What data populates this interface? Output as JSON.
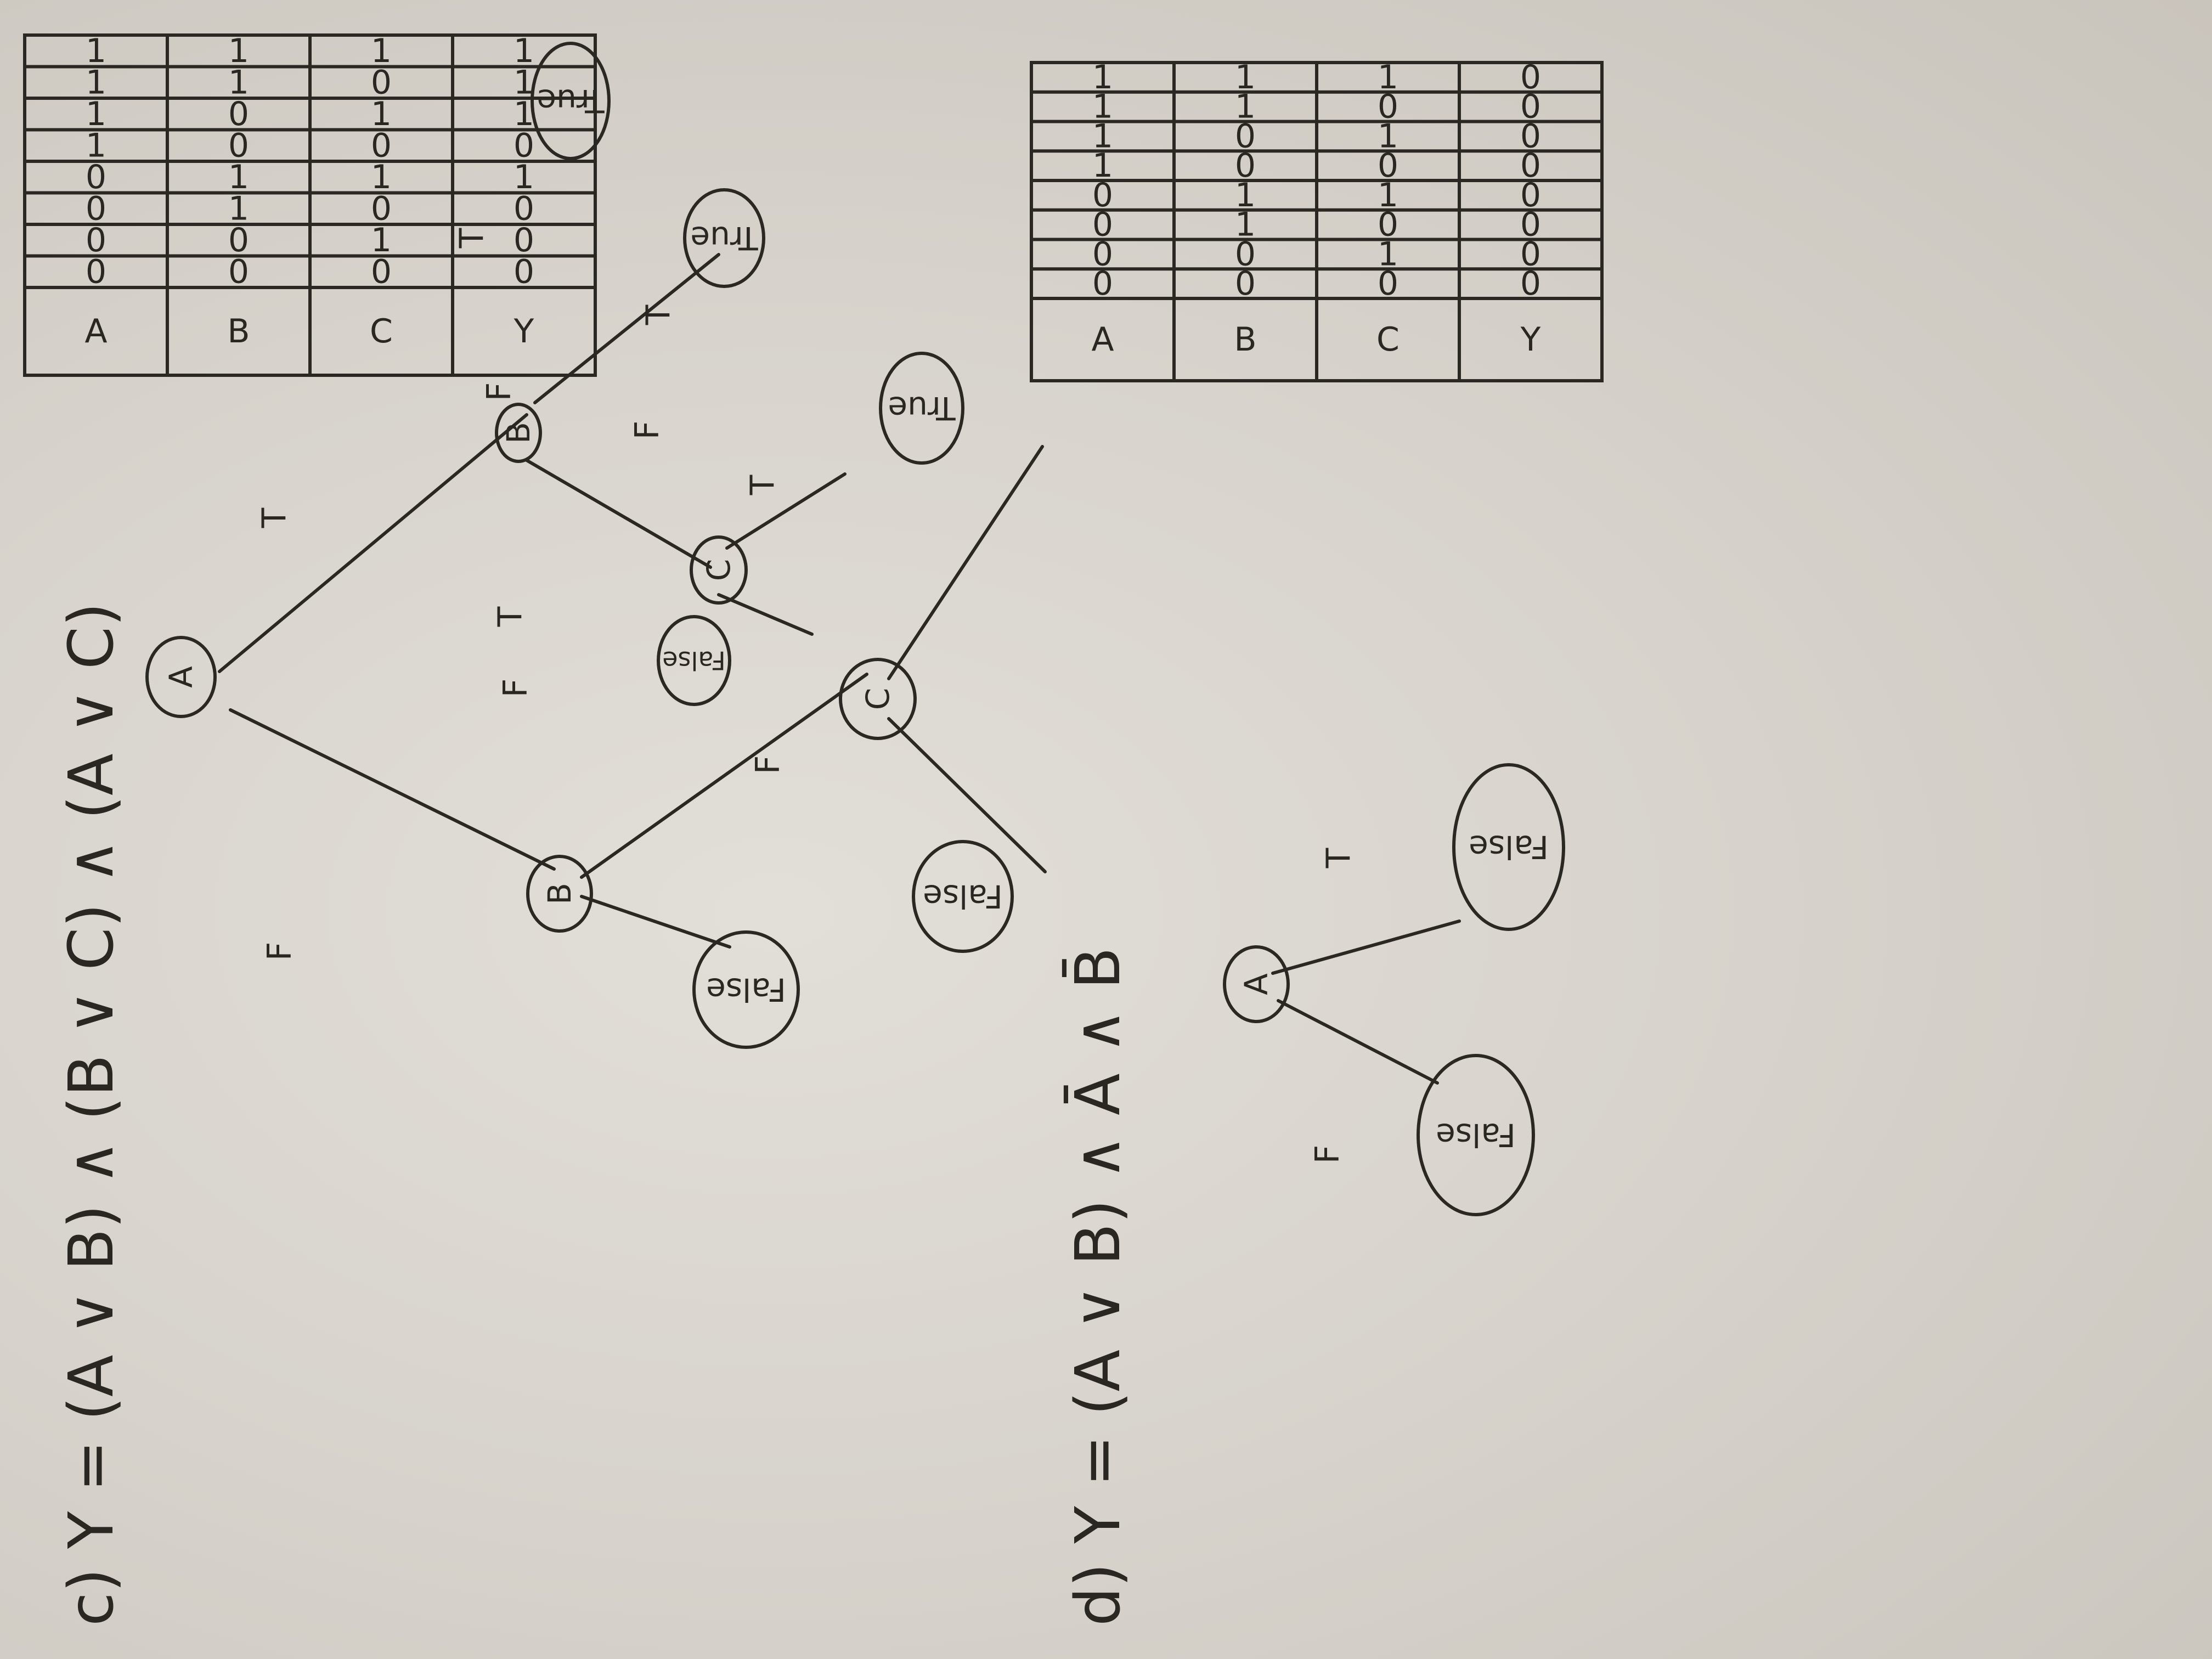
{
  "part_c": {
    "title": "c) Y = (A ∨ B) ∧ (B ∨ C) ∧ (A ∨ C)",
    "tree": {
      "nodes": {
        "A": "A",
        "B_left": "B",
        "B_right": "B",
        "C_left": "C",
        "C_right": "C",
        "leaf_1": "False",
        "leaf_2": "False",
        "leaf_3": "True",
        "leaf_4": "False",
        "leaf_5": "True",
        "leaf_6": "True"
      },
      "edges": {
        "A_F": "F",
        "A_T": "T",
        "BL_F": "F",
        "BL_T": "T",
        "CL_F": "F",
        "CL_T": "T",
        "BR_F": "F",
        "BR_T": "T",
        "CR_F": "F",
        "CR_T": "T"
      }
    },
    "table": {
      "headers": [
        "A",
        "B",
        "C",
        "Y"
      ],
      "rows": [
        [
          "0",
          "0",
          "0",
          "0"
        ],
        [
          "0",
          "0",
          "1",
          "0"
        ],
        [
          "0",
          "1",
          "0",
          "0"
        ],
        [
          "0",
          "1",
          "1",
          "1"
        ],
        [
          "1",
          "0",
          "0",
          "0"
        ],
        [
          "1",
          "0",
          "1",
          "1"
        ],
        [
          "1",
          "1",
          "0",
          "1"
        ],
        [
          "1",
          "1",
          "1",
          "1"
        ]
      ]
    }
  },
  "part_d": {
    "title": "d) Y = (A ∨ B) ∧ Ā ∧ B̄",
    "tree": {
      "nodes": {
        "A": "A",
        "leaf_F": "False",
        "leaf_T": "False"
      },
      "edges": {
        "A_F": "F",
        "A_T": "T"
      }
    },
    "table": {
      "headers": [
        "A",
        "B",
        "C",
        "Y"
      ],
      "rows": [
        [
          "0",
          "0",
          "0",
          "0"
        ],
        [
          "0",
          "0",
          "1",
          "0"
        ],
        [
          "0",
          "1",
          "0",
          "0"
        ],
        [
          "0",
          "1",
          "1",
          "0"
        ],
        [
          "1",
          "0",
          "0",
          "0"
        ],
        [
          "1",
          "0",
          "1",
          "0"
        ],
        [
          "1",
          "1",
          "0",
          "0"
        ],
        [
          "1",
          "1",
          "1",
          "0"
        ]
      ]
    }
  },
  "colors": {
    "paper": "#d8d4cd",
    "ink": "#2a2622"
  }
}
